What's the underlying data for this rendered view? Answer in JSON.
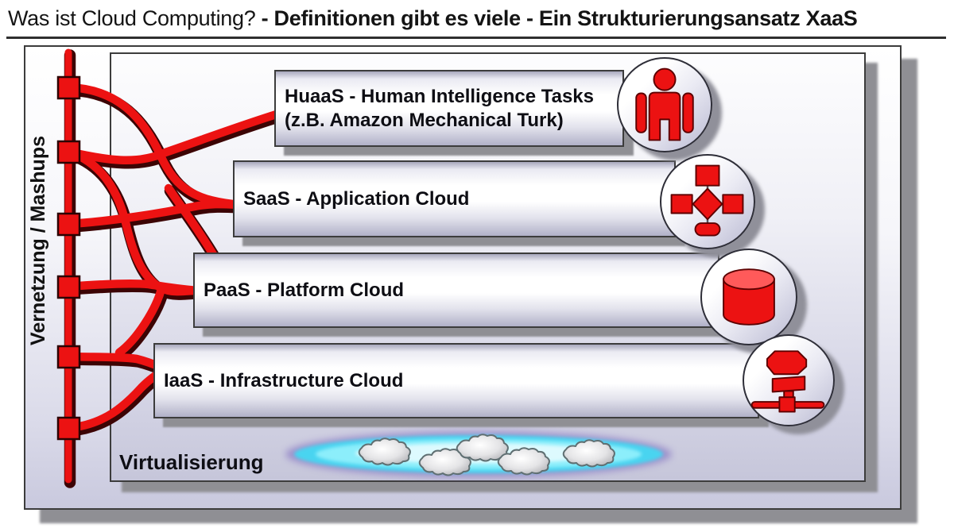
{
  "title": {
    "normal": "Was ist Cloud Computing? ",
    "bold": "- Definitionen gibt es viele - Ein Strukturierungsansatz XaaS"
  },
  "side_label": "Vernetzung / Mashups",
  "layers": [
    {
      "label": "HuaaS - Human Intelligence Tasks",
      "sublabel": "(z.B. Amazon Mechanical Turk)",
      "icon": "person-icon"
    },
    {
      "label": "SaaS - Application Cloud",
      "icon": "flowchart-icon"
    },
    {
      "label": "PaaS - Platform Cloud",
      "icon": "database-cylinder-icon"
    },
    {
      "label": "IaaS - Infrastructure Cloud",
      "icon": "network-computer-icon"
    }
  ],
  "base_label": "Virtualisierung",
  "bus": {
    "node_count": 6
  },
  "colors": {
    "accent_red": "#ec1212",
    "red_outline": "#420404",
    "panel_lavender": "#c9c9de",
    "shadow_gray": "#8f8f94",
    "cloud_cyan": "#55d8f2",
    "cloud_purple": "#7e6cc0",
    "text": "#111111"
  }
}
